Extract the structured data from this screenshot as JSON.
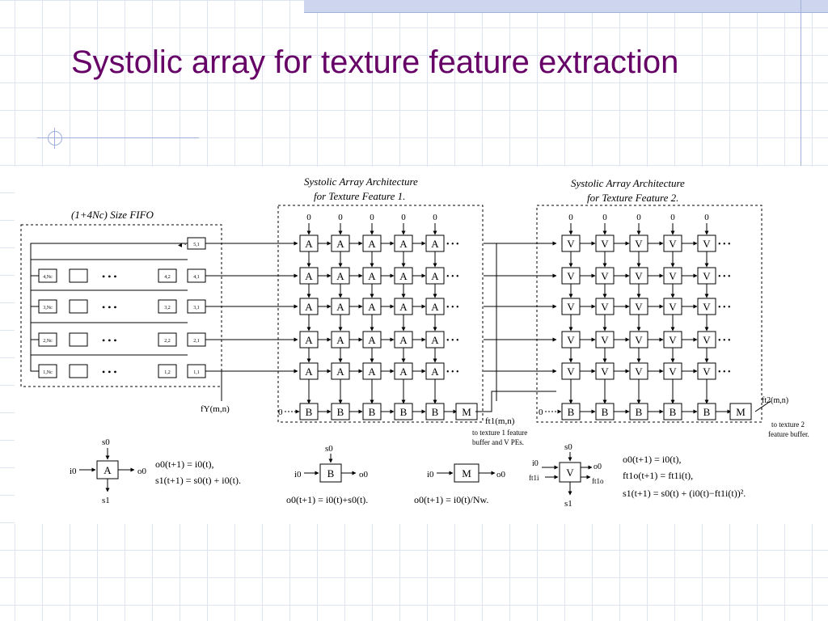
{
  "slide": {
    "title": "Systolic array for texture feature extraction"
  },
  "figure": {
    "fifo_label": "(1+4Nc) Size FIFO",
    "arch1_title": [
      "Systolic Array Architecture",
      "for Texture Feature 1."
    ],
    "arch2_title": [
      "Systolic Array Architecture",
      "for Texture Feature 2."
    ],
    "zero": "0",
    "pe_a": "A",
    "pe_b": "B",
    "pe_v": "V",
    "pe_m": "M",
    "fifo_rows": [
      {
        "left": "",
        "mid": "",
        "right": "5,1"
      },
      {
        "left": "4,Nc",
        "mid": "4,2",
        "right": "4,1"
      },
      {
        "left": "3,Nc",
        "mid": "3,2",
        "right": "3,1"
      },
      {
        "left": "2,Nc",
        "mid": "2,2",
        "right": "2,1"
      },
      {
        "left": "1,Nc",
        "mid": "1,2",
        "right": "1,1"
      }
    ],
    "ellipsis": "• • •",
    "fy_label": "fY(m,n)",
    "ft1_label": "ft1(m,n)",
    "ft1_note": [
      "to texture 1 feature",
      "buffer and V PEs."
    ],
    "ft2_label": "ft2(m,n)",
    "ft2_note": [
      "to texture 2",
      "feature buffer."
    ],
    "legend": {
      "a_eq": [
        "o0(t+1) = i0(t),",
        "s1(t+1) = s0(t) + i0(t)."
      ],
      "b_eq": "o0(t+1) = i0(t)+s0(t).",
      "m_eq": "o0(t+1) = i0(t)/Nw.",
      "v_eq": [
        "o0(t+1) = i0(t),",
        "ft1o(t+1) = ft1i(t),",
        "s1(t+1) = s0(t) + (i0(t)−ft1i(t))²."
      ],
      "s0": "s0",
      "s1": "s1",
      "i0": "i0",
      "o0": "o0",
      "ft1i": "ft1i",
      "ft1o": "ft1o"
    }
  }
}
